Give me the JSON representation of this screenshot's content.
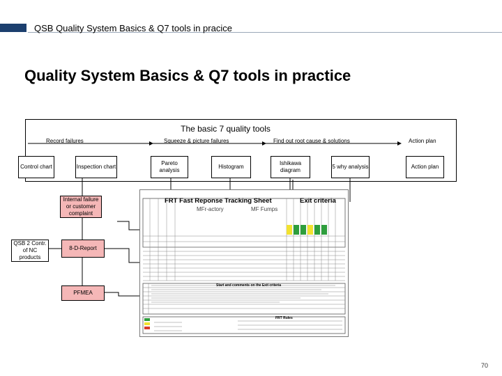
{
  "header": {
    "text": "QSB Quality System Basics & Q7 tools  in pracice"
  },
  "slide_title": "Quality System Basics & Q7 tools in practice",
  "tools_panel": {
    "title": "The basic 7 quality tools",
    "categories": [
      "Record failures",
      "Squeeze & picture failures",
      "Find out  root cause & solutions",
      "Action plan"
    ],
    "tools": [
      "Control chart",
      "Inspection chart",
      "Pareto analysis",
      "Histogram",
      "Ishikawa diagram",
      "5 why analysis",
      "Action plan"
    ]
  },
  "left_flow": {
    "qsb_box": "QSB 2 Contr. of NC products",
    "internal_failure": "Internal failure or customer complaint",
    "report_8d": "8-D-Report",
    "pfmea": "PFMEA"
  },
  "tracking_sheet": {
    "title": "FRT Fast Reponse Tracking Sheet",
    "exit_criteria": "Exit criteria",
    "mfr_factory": "MFr-actory",
    "mf_fumps": "MF Fumps",
    "action_header": "Start and comments on the Exit criteria",
    "frt_rules": "FRT Rules"
  },
  "page_number": "70",
  "colors": {
    "header_bar": "#1c3f6e",
    "failure_box": "#f5b7b7",
    "sheet_green": "#2e9e3c",
    "sheet_yellow": "#f2e230",
    "sheet_red": "#d83a2a"
  }
}
